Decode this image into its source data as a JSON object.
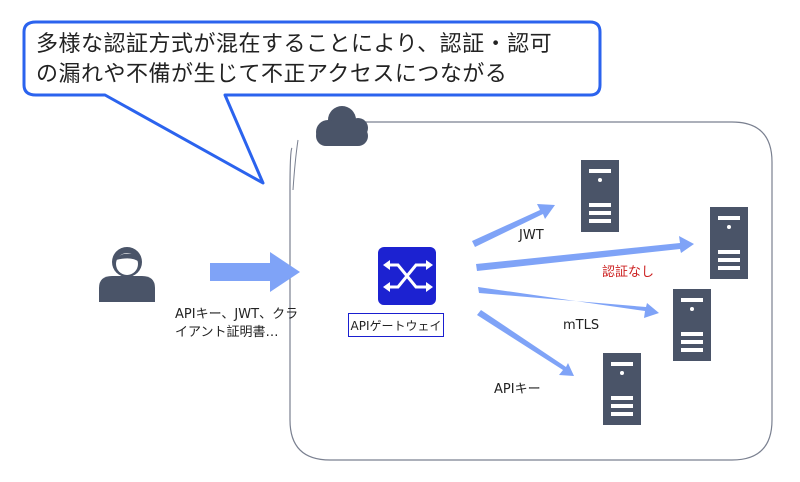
{
  "callout": {
    "lines": [
      "多様な認証方式が混在することにより、認証・認可",
      "の漏れや不備が生じて不正アクセスにつながる"
    ]
  },
  "client": {
    "icon": "user-icon",
    "credentials_label_line1": "APIキー、JWT、クラ",
    "credentials_label_line2": "イアント証明書…"
  },
  "cloud": {
    "icon": "cloud-icon"
  },
  "gateway": {
    "icon": "shuffle-arrows-icon",
    "label": "APIゲートウェイ"
  },
  "connections": [
    {
      "label": "JWT",
      "auth": true
    },
    {
      "label": "認証なし",
      "auth": false
    },
    {
      "label": "mTLS",
      "auth": true
    },
    {
      "label": "APIキー",
      "auth": true
    }
  ],
  "colors": {
    "callout_border": "#2b63ee",
    "arrow": "#7fa3f7",
    "server": "#4a5568",
    "gateway": "#1c22d1",
    "warning_text": "#cc1f1f"
  }
}
